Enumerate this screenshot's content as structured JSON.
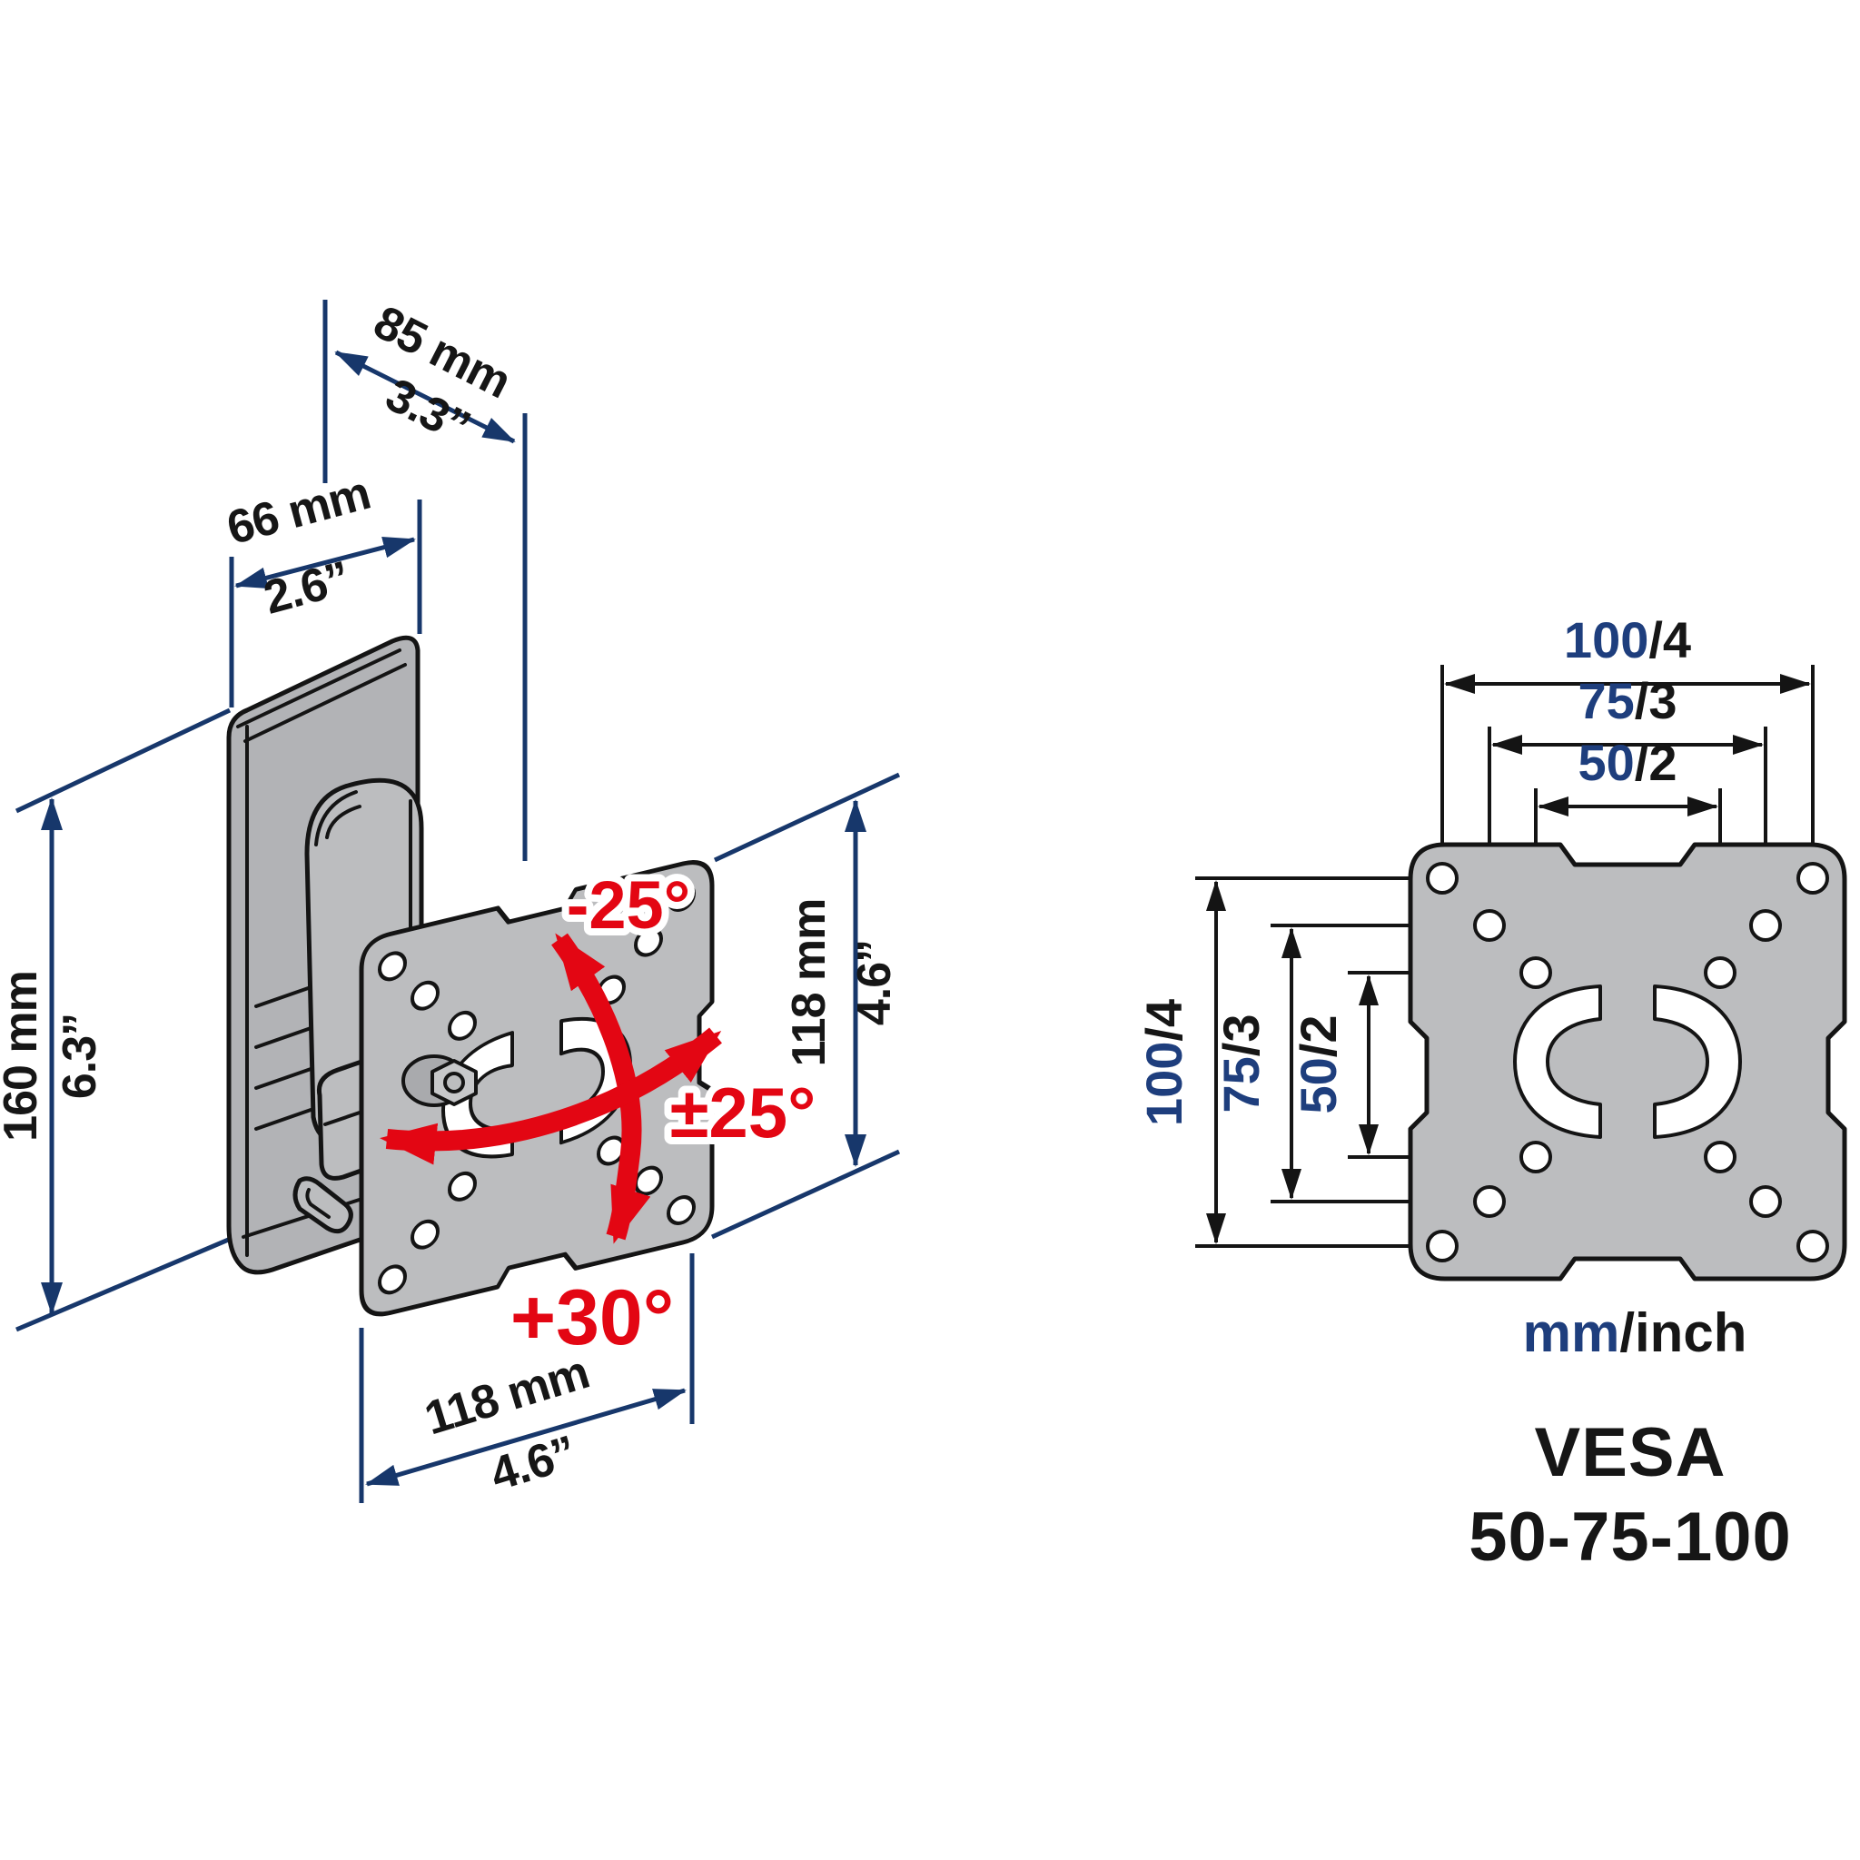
{
  "colors": {
    "dimension_blue": "#17376b",
    "label_blue": "#1e3e7d",
    "accent_red": "#e30613",
    "metal_gray": "#bcbdbf",
    "outline_black": "#141414",
    "text_black": "#161616",
    "background": "#ffffff"
  },
  "left_diagram": {
    "name": "wall-mount-side-view",
    "dimensions": {
      "depth": {
        "mm": "85 mm",
        "inch": "3.3”"
      },
      "width": {
        "mm": "66 mm",
        "inch": "2.6”"
      },
      "height": {
        "mm": "160 mm",
        "inch": "6.3”"
      },
      "plate_height": {
        "mm": "118 mm",
        "inch": "4.6”"
      },
      "plate_width": {
        "mm": "118 mm",
        "inch": "4.6”"
      }
    },
    "angles": {
      "tilt_up": "-25°",
      "swivel": "±25°",
      "tilt_down": "+30°"
    }
  },
  "right_diagram": {
    "name": "vesa-plate-front-view",
    "horizontal_spacings": [
      {
        "mm": "100",
        "inch": "/4"
      },
      {
        "mm": "75",
        "inch": "/3"
      },
      {
        "mm": "50",
        "inch": "/2"
      }
    ],
    "vertical_spacings": [
      {
        "mm": "100",
        "inch": "/4"
      },
      {
        "mm": "75",
        "inch": "/3"
      },
      {
        "mm": "50",
        "inch": "/2"
      }
    ],
    "units_label": {
      "mm": "mm",
      "inch": "/inch"
    },
    "vesa_line1": "VESA",
    "vesa_line2": "50-75-100"
  }
}
